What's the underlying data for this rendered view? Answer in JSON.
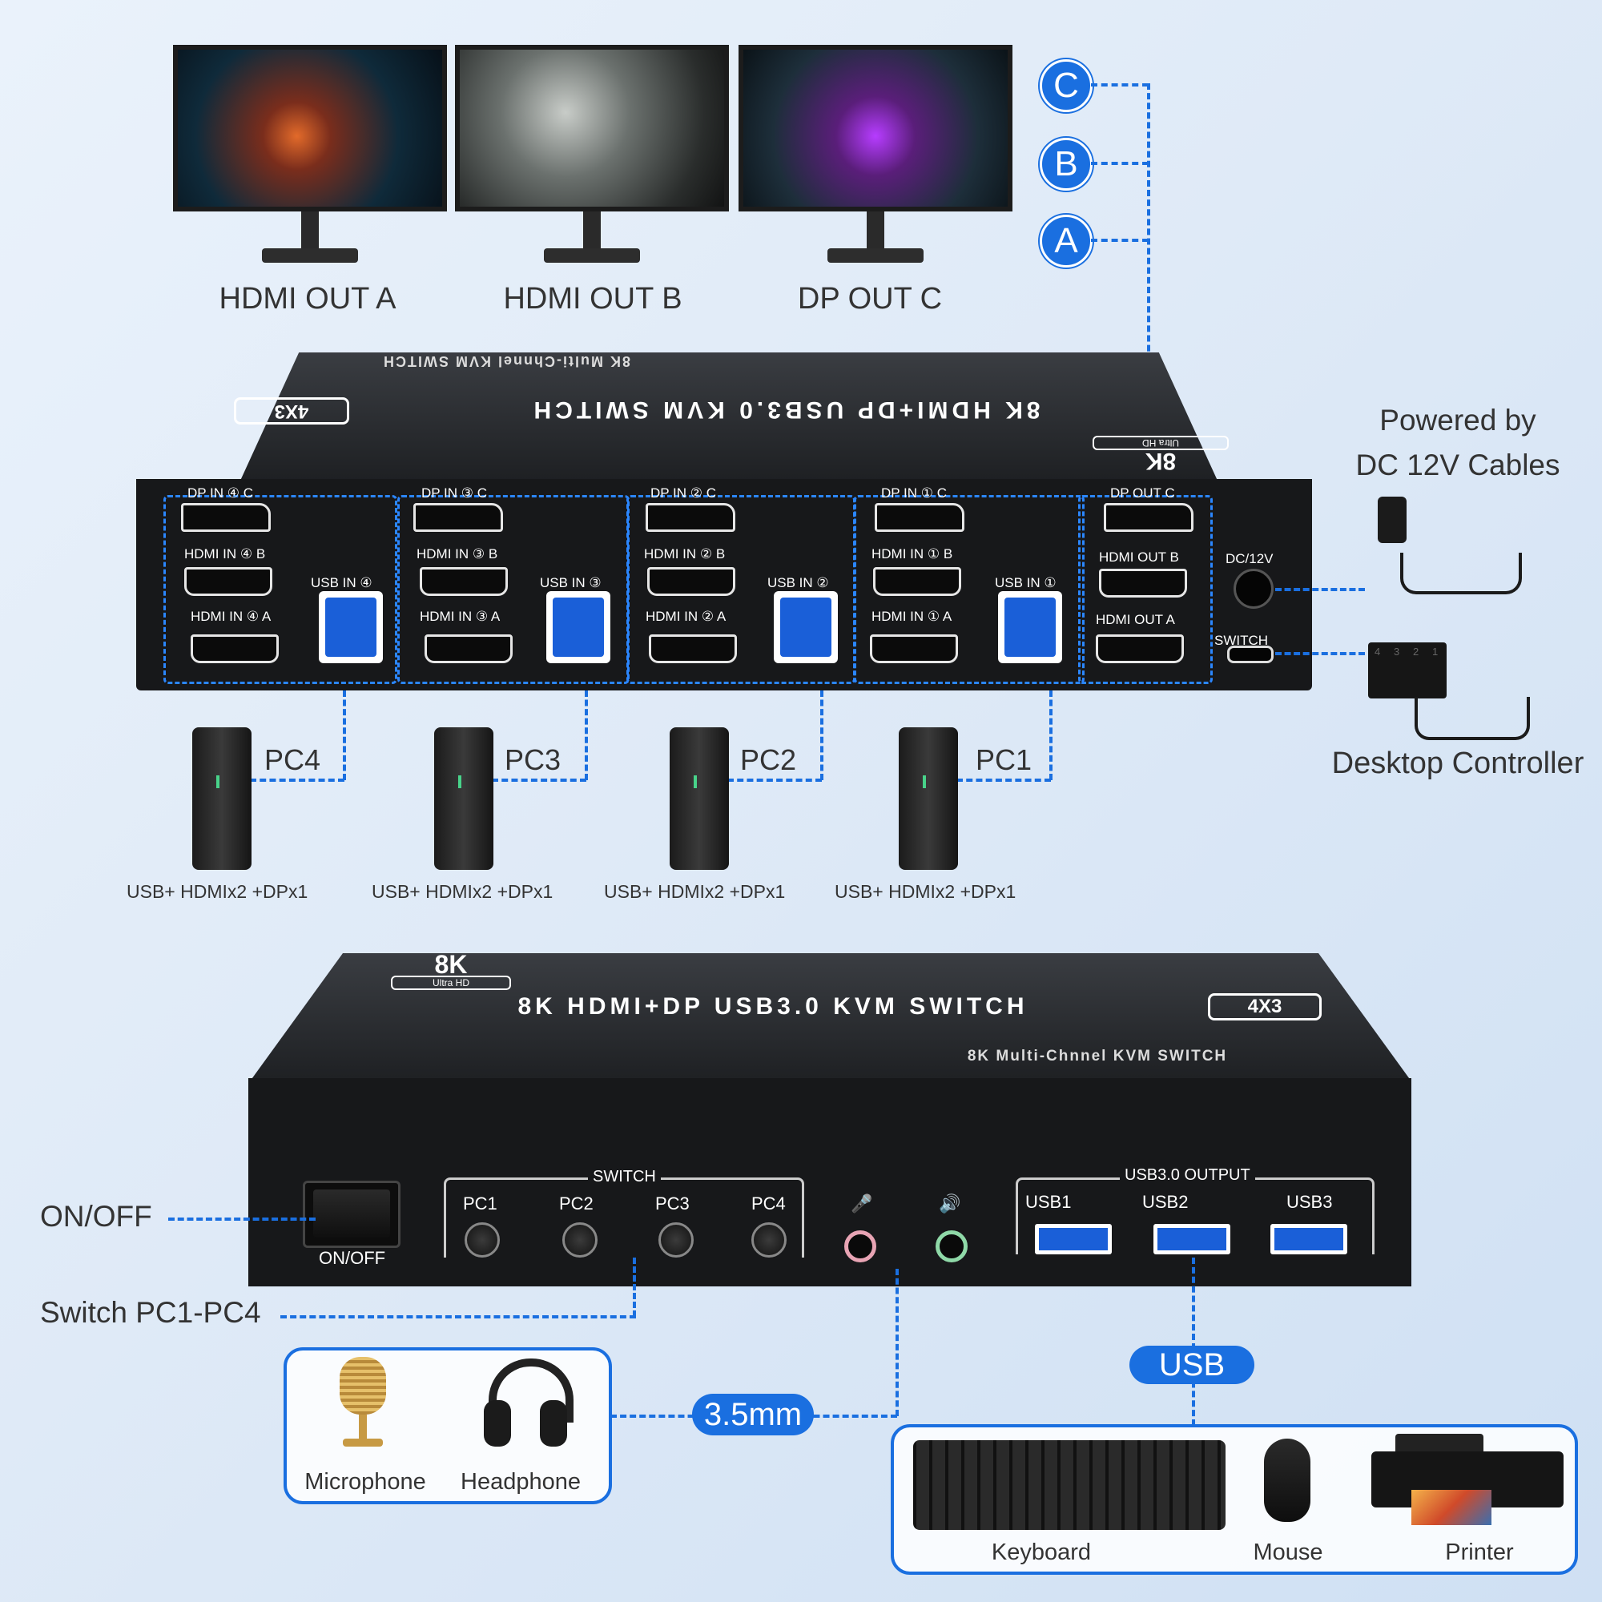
{
  "monitors": {
    "a_label": "HDMI OUT A",
    "b_label": "HDMI OUT B",
    "c_label": "DP OUT C"
  },
  "channels": {
    "c": "C",
    "b": "B",
    "a": "A"
  },
  "rear": {
    "title": "8K HDMI+DP USB3.0 KVM SWITCH",
    "subtitle": "8K Multi-Chnnel KVM SWITCH",
    "model": "4X3",
    "badge_big": "8K",
    "badge_small": "Ultra HD",
    "ports": [
      {
        "dp": "DP IN ④ C",
        "hdmi_b": "HDMI IN ④ B",
        "hdmi_a": "HDMI IN ④ A",
        "usb": "USB IN ④"
      },
      {
        "dp": "DP IN ③ C",
        "hdmi_b": "HDMI IN ③ B",
        "hdmi_a": "HDMI IN ③ A",
        "usb": "USB IN ③"
      },
      {
        "dp": "DP IN ② C",
        "hdmi_b": "HDMI IN ② B",
        "hdmi_a": "HDMI IN ② A",
        "usb": "USB IN ②"
      },
      {
        "dp": "DP IN ① C",
        "hdmi_b": "HDMI IN ① B",
        "hdmi_a": "HDMI IN ① A",
        "usb": "USB IN ①"
      }
    ],
    "out": {
      "dp": "DP OUT C",
      "hdmi_b": "HDMI OUT B",
      "hdmi_a": "HDMI OUT A"
    },
    "dc": "DC/12V",
    "switch": "SWITCH"
  },
  "power": {
    "line1": "Powered by",
    "line2": "DC 12V Cables"
  },
  "controller": {
    "label": "Desktop Controller",
    "keys": [
      "4",
      "3",
      "2",
      "1"
    ]
  },
  "pcs": [
    {
      "name": "PC4",
      "desc": "USB+ HDMIx2 +DPx1"
    },
    {
      "name": "PC3",
      "desc": "USB+ HDMIx2 +DPx1"
    },
    {
      "name": "PC2",
      "desc": "USB+ HDMIx2 +DPx1"
    },
    {
      "name": "PC1",
      "desc": "USB+ HDMIx2 +DPx1"
    }
  ],
  "front": {
    "title": "8K HDMI+DP USB3.0 KVM SWITCH",
    "subtitle": "8K Multi-Chnnel KVM SWITCH",
    "model": "4X3",
    "badge_big": "8K",
    "badge_small": "Ultra HD",
    "onoff": "ON/OFF",
    "switch_group": "SWITCH",
    "buttons": [
      "PC1",
      "PC2",
      "PC3",
      "PC4"
    ],
    "usb_group": "USB3.0 OUTPUT",
    "usb_ports": [
      "USB1",
      "USB2",
      "USB3"
    ]
  },
  "callouts": {
    "onoff": "ON/OFF",
    "switch": "Switch PC1-PC4",
    "audio": "3.5mm",
    "usb": "USB"
  },
  "audio_devices": {
    "mic": "Microphone",
    "headphone": "Headphone"
  },
  "usb_devices": {
    "keyboard": "Keyboard",
    "mouse": "Mouse",
    "printer": "Printer"
  },
  "colors": {
    "accent": "#1a6fe0",
    "device": "#17181a",
    "port_blue": "#1a5fd8"
  }
}
